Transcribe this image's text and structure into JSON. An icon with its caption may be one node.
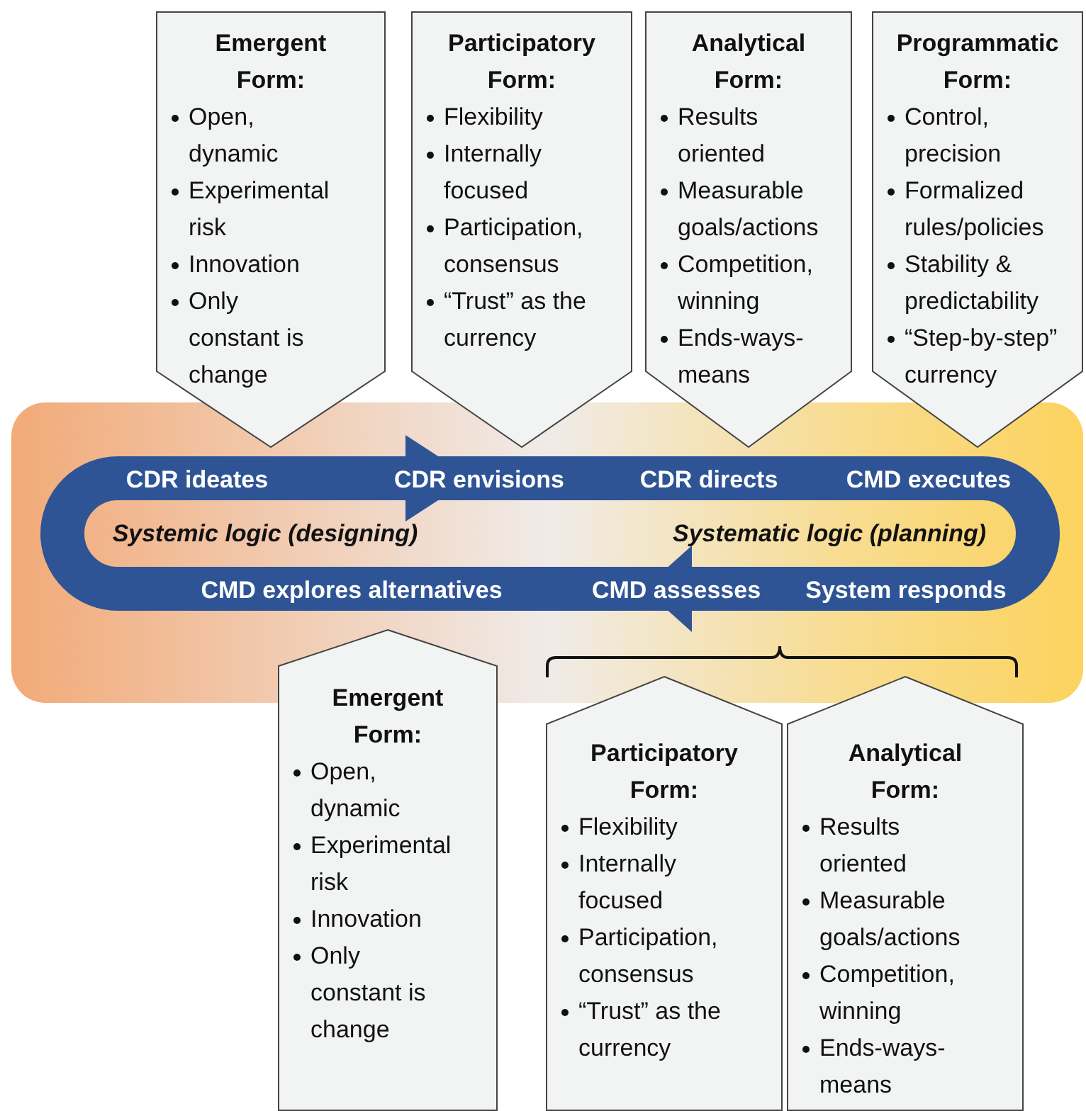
{
  "diagram": {
    "nodes": [
      {
        "text": [
          "Emergent Form:",
          "Open, dynamic",
          "Experimental risk",
          "Innovation",
          "Only constant is change"
        ]
      },
      {
        "text": [
          "Participatory Form:",
          "Flexibility",
          "Internally focused",
          "Participation, consensus",
          "“Trust” as the currency"
        ]
      },
      {
        "text": [
          "Analytical Form:",
          "Results oriented",
          "Measurable goals/actions",
          "Competition, winning",
          "Ends-ways-means"
        ]
      },
      {
        "text": [
          "Programmatic Form:",
          "Control, precision",
          "Formalized rules/policies",
          "Stability & predictability",
          "“Step-by-step” currency"
        ]
      },
      {
        "text": [
          "Emergent Form:",
          "Open, dynamic",
          "Experimental risk",
          "Innovation",
          "Only constant is change"
        ]
      },
      {
        "text": [
          "Participatory Form:",
          "Flexibility",
          "Internally focused",
          "Participation, consensus",
          "“Trust” as the currency"
        ]
      },
      {
        "text": [
          "Analytical Form:",
          "Results oriented",
          "Measurable goals/actions",
          "Competition, winning",
          "Ends-ways-means"
        ]
      }
    ],
    "labels": [
      "CDR ideates",
      "CDR envisions",
      "CDR directs",
      "CMD executes",
      "Systemic logic (designing)",
      "Systematic logic (planning)",
      "CMD explores alternatives",
      "CMD assesses",
      "System responds"
    ]
  }
}
